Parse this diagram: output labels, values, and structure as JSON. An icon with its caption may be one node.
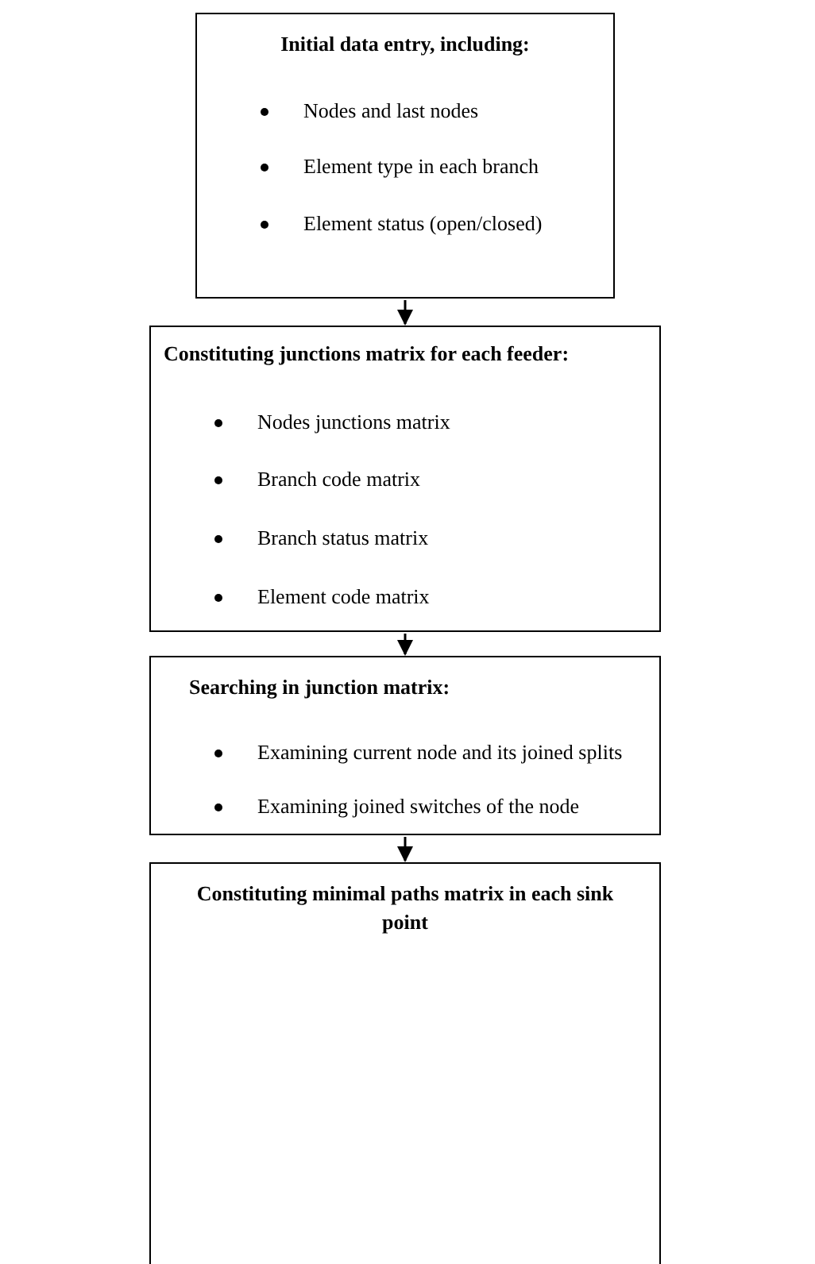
{
  "diagram": {
    "nodes": [
      {
        "text": [
          "Initial data entry, including:",
          "Nodes and last nodes",
          "Element type in each branch",
          "Element status (open/closed)"
        ]
      },
      {
        "text": [
          "Constituting junctions matrix for each feeder:",
          "Nodes junctions matrix",
          "Branch code matrix",
          "Branch status matrix",
          "Element code matrix"
        ]
      },
      {
        "text": [
          "Searching in junction matrix:",
          "Examining current node and its joined splits",
          "Examining joined switches of the node"
        ]
      },
      {
        "text": [
          "Constituting minimal paths matrix in each sink point"
        ]
      }
    ],
    "edges": [
      {
        "from": 0,
        "to": 1,
        "arrow": "to"
      },
      {
        "from": 1,
        "to": 2,
        "arrow": "to"
      },
      {
        "from": 2,
        "to": 3,
        "arrow": "to"
      }
    ]
  }
}
